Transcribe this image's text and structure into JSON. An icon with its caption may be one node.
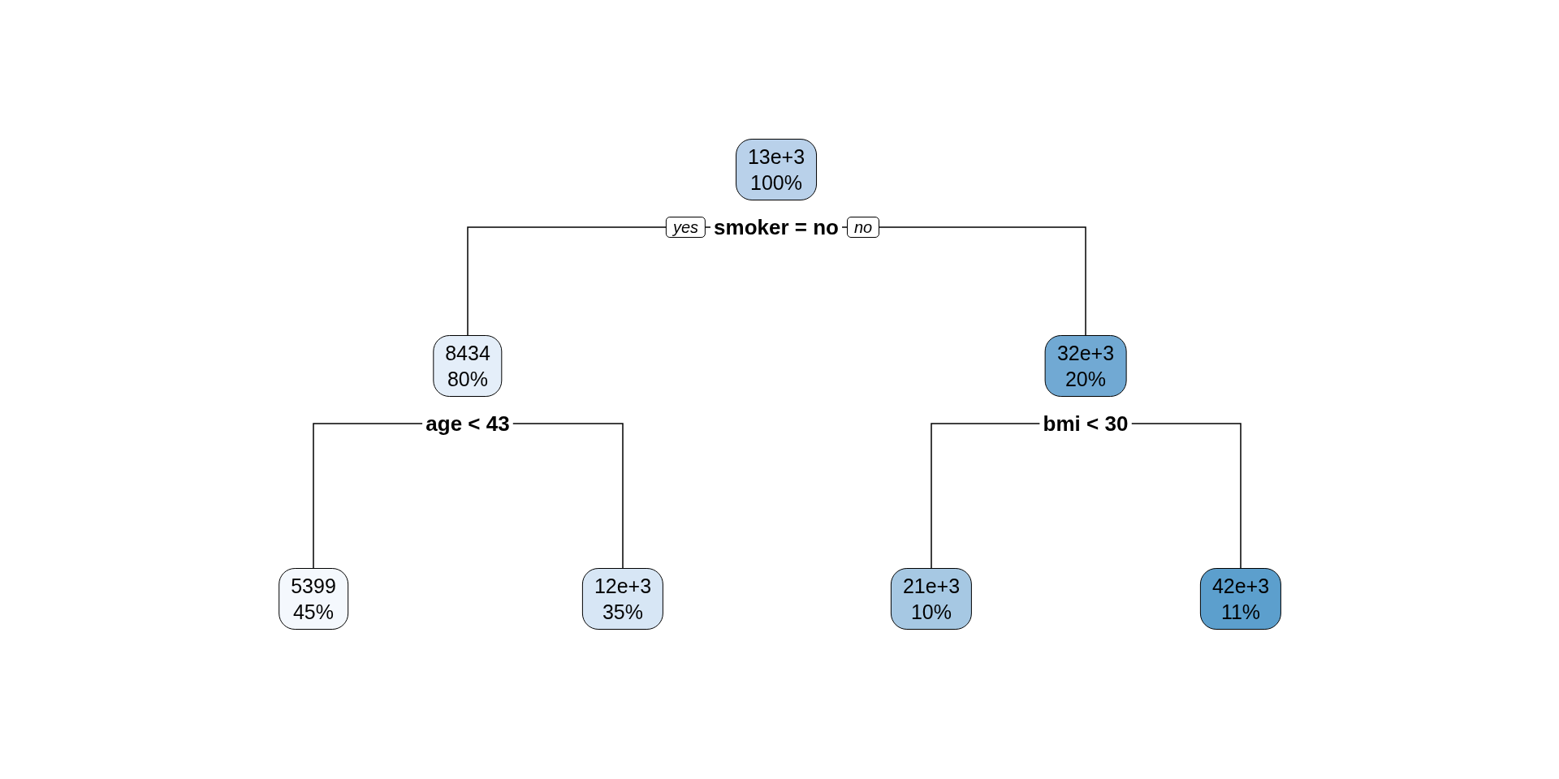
{
  "diagram": {
    "nodes": [
      {
        "text": [
          "13e+3",
          "100%",
          "smoker = no"
        ]
      },
      {
        "text": [
          "8434",
          "80%",
          "age < 43"
        ]
      },
      {
        "text": [
          "32e+3",
          "20%",
          "bmi < 30"
        ]
      },
      {
        "text": [
          "5399",
          "45%"
        ]
      },
      {
        "text": [
          "12e+3",
          "35%"
        ]
      },
      {
        "text": [
          "21e+3",
          "10%"
        ]
      },
      {
        "text": [
          "42e+3",
          "11%"
        ]
      }
    ],
    "edges": [
      {
        "from": 0,
        "to": 1,
        "arrow": "none",
        "label": "yes"
      },
      {
        "from": 0,
        "to": 2,
        "arrow": "none",
        "label": "no"
      },
      {
        "from": 1,
        "to": 3,
        "arrow": "none"
      },
      {
        "from": 1,
        "to": 4,
        "arrow": "none"
      },
      {
        "from": 2,
        "to": 5,
        "arrow": "none"
      },
      {
        "from": 2,
        "to": 6,
        "arrow": "none"
      }
    ]
  }
}
